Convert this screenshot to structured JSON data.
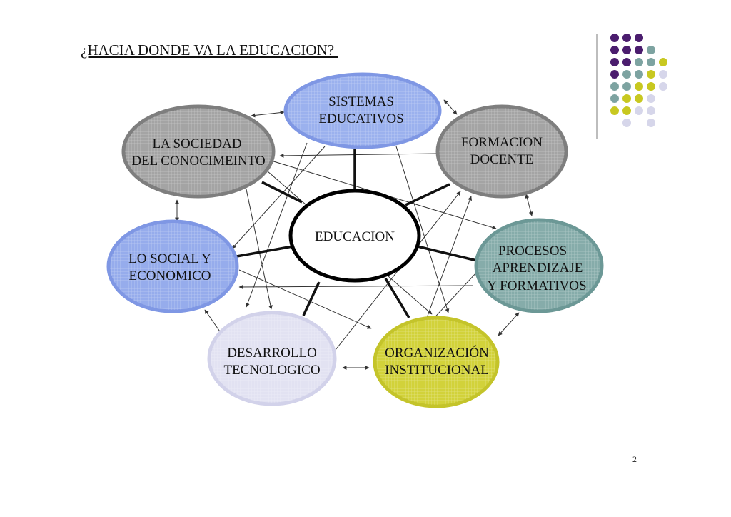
{
  "title": "¿HACIA DONDE VA LA EDUCACION? ",
  "page_number": "2",
  "palette": {
    "purple": "#4b1d6e",
    "teal": "#7da3a1",
    "lime": "#c8c820",
    "lavender": "#d6d6ea",
    "blue": "#8aa0e6",
    "gray": "#9a9a9a"
  },
  "decorative_dots": [
    [
      "purple",
      "purple",
      "purple",
      "",
      ""
    ],
    [
      "purple",
      "purple",
      "purple",
      "teal",
      ""
    ],
    [
      "purple",
      "purple",
      "teal",
      "teal",
      "lime"
    ],
    [
      "purple",
      "teal",
      "teal",
      "lime",
      "lavender"
    ],
    [
      "teal",
      "teal",
      "lime",
      "lime",
      "lavender"
    ],
    [
      "teal",
      "lime",
      "lime",
      "lavender",
      ""
    ],
    [
      "lime",
      "lime",
      "lavender",
      "lavender",
      ""
    ],
    [
      "",
      "lavender",
      "",
      "lavender",
      ""
    ]
  ],
  "nodes": [
    {
      "id": "educacion",
      "lines": [
        "EDUCACION"
      ],
      "fill": "#ffffff",
      "stroke": "#000000",
      "icon": "center-ellipse"
    },
    {
      "id": "sistemas",
      "lines": [
        "SISTEMAS",
        "EDUCATIVOS"
      ],
      "fill": "#9bb1ee",
      "stroke": "#7f97e4",
      "icon": "grid-ellipse"
    },
    {
      "id": "formacion",
      "lines": [
        "FORMACION",
        "DOCENTE"
      ],
      "fill": "#a4a4a4",
      "stroke": "#7e7e7e",
      "icon": "grid-ellipse"
    },
    {
      "id": "procesos",
      "lines": [
        "PROCESOS",
        "APRENDIZAJE",
        "Y FORMATIVOS"
      ],
      "fill": "#86acaa",
      "stroke": "#6c9896",
      "icon": "grid-ellipse"
    },
    {
      "id": "organizacion",
      "lines": [
        "ORGANIZACIÓN",
        "INSTITUCIONAL"
      ],
      "fill": "#d2d23a",
      "stroke": "#c4c42a",
      "icon": "grid-ellipse"
    },
    {
      "id": "desarrollo",
      "lines": [
        "DESARROLLO",
        "TECNOLOGICO"
      ],
      "fill": "#e2e2f2",
      "stroke": "#d2d2ea",
      "icon": "grid-ellipse"
    },
    {
      "id": "social",
      "lines": [
        "LO SOCIAL Y",
        "ECONOMICO"
      ],
      "fill": "#96acec",
      "stroke": "#7f97e4",
      "icon": "grid-ellipse"
    },
    {
      "id": "sociedad",
      "lines": [
        "LA SOCIEDAD",
        "DEL CONOCIMEINTO"
      ],
      "fill": "#a4a4a4",
      "stroke": "#7e7e7e",
      "icon": "grid-ellipse"
    }
  ]
}
